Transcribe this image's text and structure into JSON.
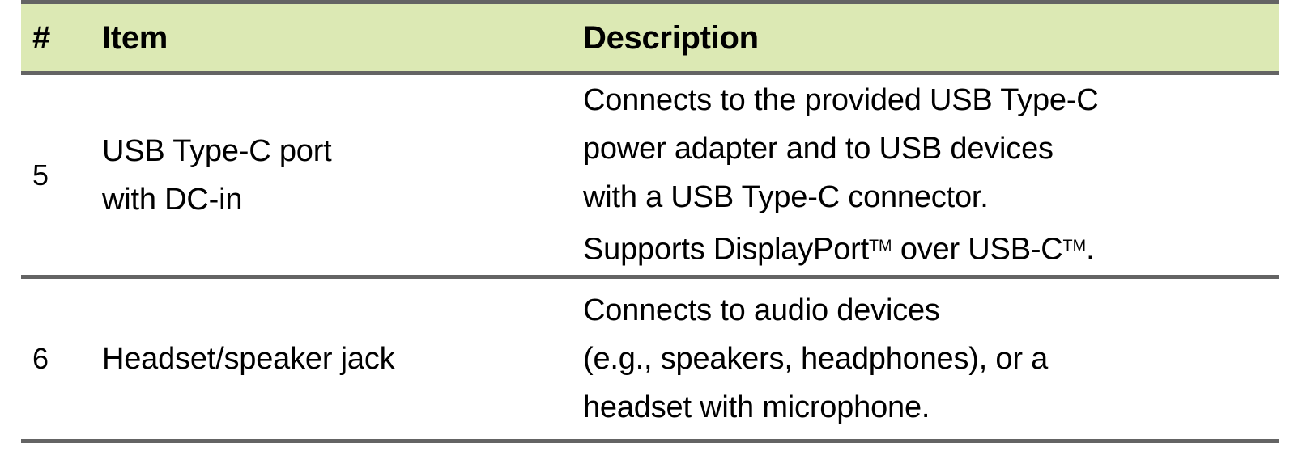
{
  "table": {
    "accent_header_bg": "#dce9b4",
    "border_color": "#646464",
    "text_color": "#000000",
    "columns": [
      {
        "key": "num",
        "label": "#"
      },
      {
        "key": "item",
        "label": "Item"
      },
      {
        "key": "desc",
        "label": "Description"
      }
    ],
    "rows": [
      {
        "num": "5",
        "item_lines": [
          "USB Type-C port",
          "with DC-in"
        ],
        "desc_lines": [
          {
            "text": "Connects to the provided USB Type-C"
          },
          {
            "text": "power adapter and to USB devices"
          },
          {
            "text": "with a USB Type-C connector."
          },
          {
            "segments": [
              {
                "text": "Supports DisplayPort"
              },
              {
                "text": "TM",
                "sup": true
              },
              {
                "text": " over USB-C"
              },
              {
                "text": "TM",
                "sup": true
              },
              {
                "text": "."
              }
            ]
          }
        ]
      },
      {
        "num": "6",
        "item_lines": [
          "Headset/speaker jack"
        ],
        "desc_lines": [
          {
            "text": "Connects to audio devices"
          },
          {
            "text": "(e.g., speakers, headphones), or a"
          },
          {
            "text": "headset with microphone."
          }
        ]
      }
    ]
  }
}
